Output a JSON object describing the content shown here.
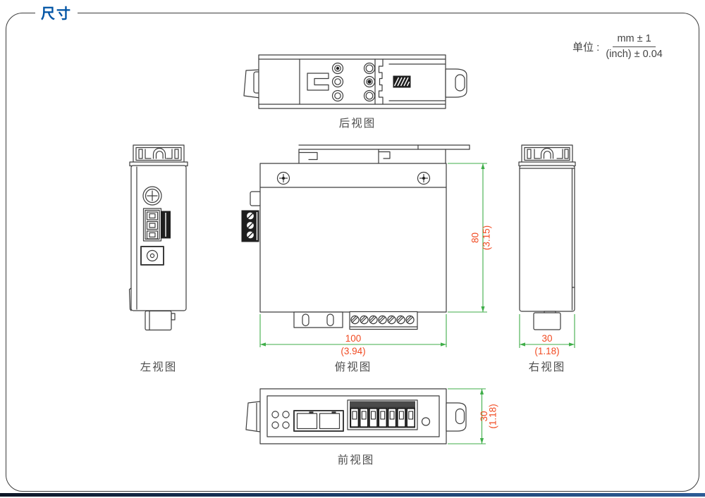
{
  "header": {
    "title": "尺寸"
  },
  "unit": {
    "label": "单位 :",
    "numerator": "mm ± 1",
    "denominator": "(inch) ± 0.04"
  },
  "views": {
    "rear": {
      "label": "后视图"
    },
    "left": {
      "label": "左视图"
    },
    "top": {
      "label": "俯视图"
    },
    "right": {
      "label": "右视图"
    },
    "front": {
      "label": "前视图"
    }
  },
  "dimensions": {
    "top_view_width": {
      "mm": "100",
      "inch": "(3.94)"
    },
    "top_view_height": {
      "mm": "80",
      "inch": "(3.15)"
    },
    "right_view_width": {
      "mm": "30",
      "inch": "(1.18)"
    },
    "front_view_height": {
      "mm": "30",
      "inch": "(1.18)"
    }
  },
  "colors": {
    "title_blue": "#0054a5",
    "dimension_line_green": "#3fae49",
    "dimension_text_red": "#f14a21",
    "outline_gray": "#3d3d3d",
    "footer_bar_left": "#0e1726",
    "footer_bar_right": "#2d5c96"
  }
}
